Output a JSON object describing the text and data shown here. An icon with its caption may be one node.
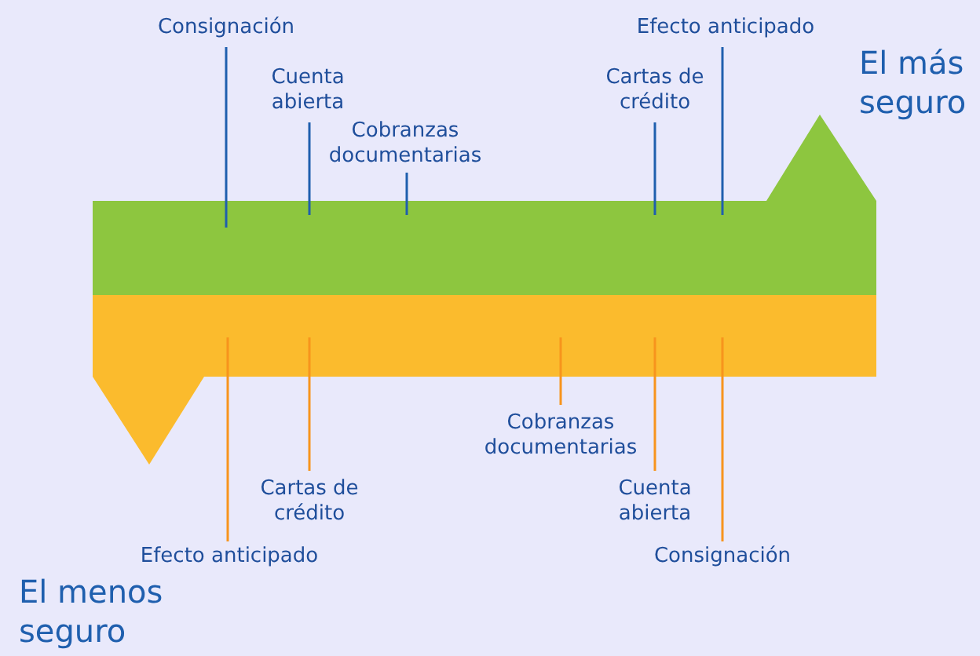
{
  "diagram": {
    "nodes": [
      {
        "text": [
          "Consignación"
        ]
      },
      {
        "text": [
          "Efecto anticipado"
        ]
      },
      {
        "text": [
          "Cuenta abierta"
        ]
      },
      {
        "text": [
          "Cartas de crédito"
        ]
      },
      {
        "text": [
          "Cobranzas documentarias"
        ]
      },
      {
        "text": [],
        "shape": "bar"
      },
      {
        "text": [],
        "shape": "bar"
      },
      {
        "text": [
          "Cobranzas documentarias"
        ]
      },
      {
        "text": [
          "Cartas de crédito"
        ]
      },
      {
        "text": [
          "Cuenta abierta"
        ]
      },
      {
        "text": [
          "Efecto anticipado"
        ]
      },
      {
        "text": [
          "Consignación"
        ]
      }
    ],
    "edges": [
      {
        "from": 0,
        "to": 5,
        "arrow": "none",
        "color": "#1f5fae"
      },
      {
        "from": 1,
        "to": 5,
        "arrow": "none",
        "color": "#1f5fae"
      },
      {
        "from": 2,
        "to": 5,
        "arrow": "none",
        "color": "#1f5fae"
      },
      {
        "from": 3,
        "to": 5,
        "arrow": "none",
        "color": "#1f5fae"
      },
      {
        "from": 4,
        "to": 5,
        "arrow": "none",
        "color": "#1f5fae"
      },
      {
        "from": 7,
        "to": 6,
        "arrow": "none",
        "color": "#f7941d"
      },
      {
        "from": 8,
        "to": 6,
        "arrow": "none",
        "color": "#f7941d"
      },
      {
        "from": 9,
        "to": 6,
        "arrow": "none",
        "color": "#f7941d"
      },
      {
        "from": 10,
        "to": 6,
        "arrow": "none",
        "color": "#f7941d"
      },
      {
        "from": 11,
        "to": 6,
        "arrow": "none",
        "color": "#f7941d"
      }
    ],
    "labels": [
      "El más seguro",
      "El menos seguro"
    ]
  }
}
